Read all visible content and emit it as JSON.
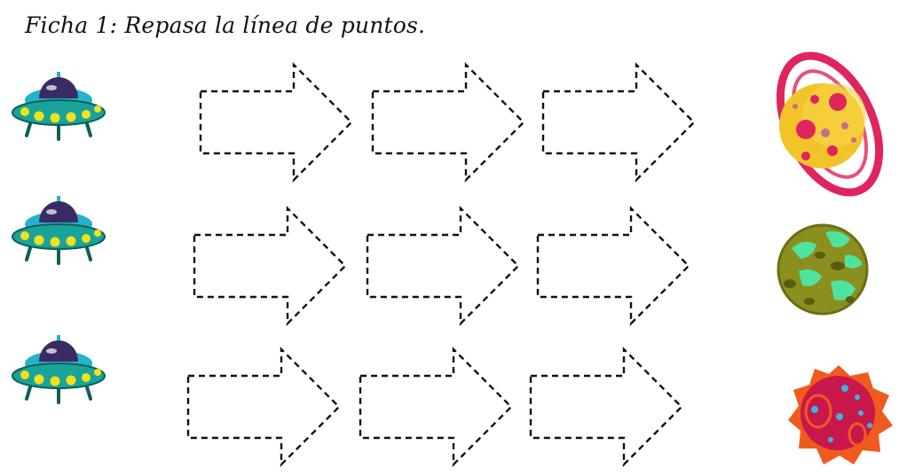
{
  "worksheet": {
    "title": "Ficha 1: Repasa la línea de puntos."
  },
  "colors": {
    "ufo_body": "#1aa39a",
    "ufo_lights": "#f2e21a",
    "ufo_dome": "#3b2a63",
    "ufo_ring": "#24b3c9",
    "planet1_fill": "#f2c42a",
    "planet1_ring": "#e0245e",
    "planet2_fill": "#8b8f1f",
    "planet2_spots": "#4fe3a0",
    "planet3_fill": "#c8174a",
    "planet3_glow": "#f05a1f",
    "arrow_stroke": "#111111"
  },
  "rows": [
    {
      "ufo_icon": "ufo-icon",
      "arrow_count": 3,
      "planet_icon": "ringed-planet-icon"
    },
    {
      "ufo_icon": "ufo-icon",
      "arrow_count": 3,
      "planet_icon": "crater-planet-icon"
    },
    {
      "ufo_icon": "ufo-icon",
      "arrow_count": 3,
      "planet_icon": "spiky-planet-icon"
    }
  ]
}
